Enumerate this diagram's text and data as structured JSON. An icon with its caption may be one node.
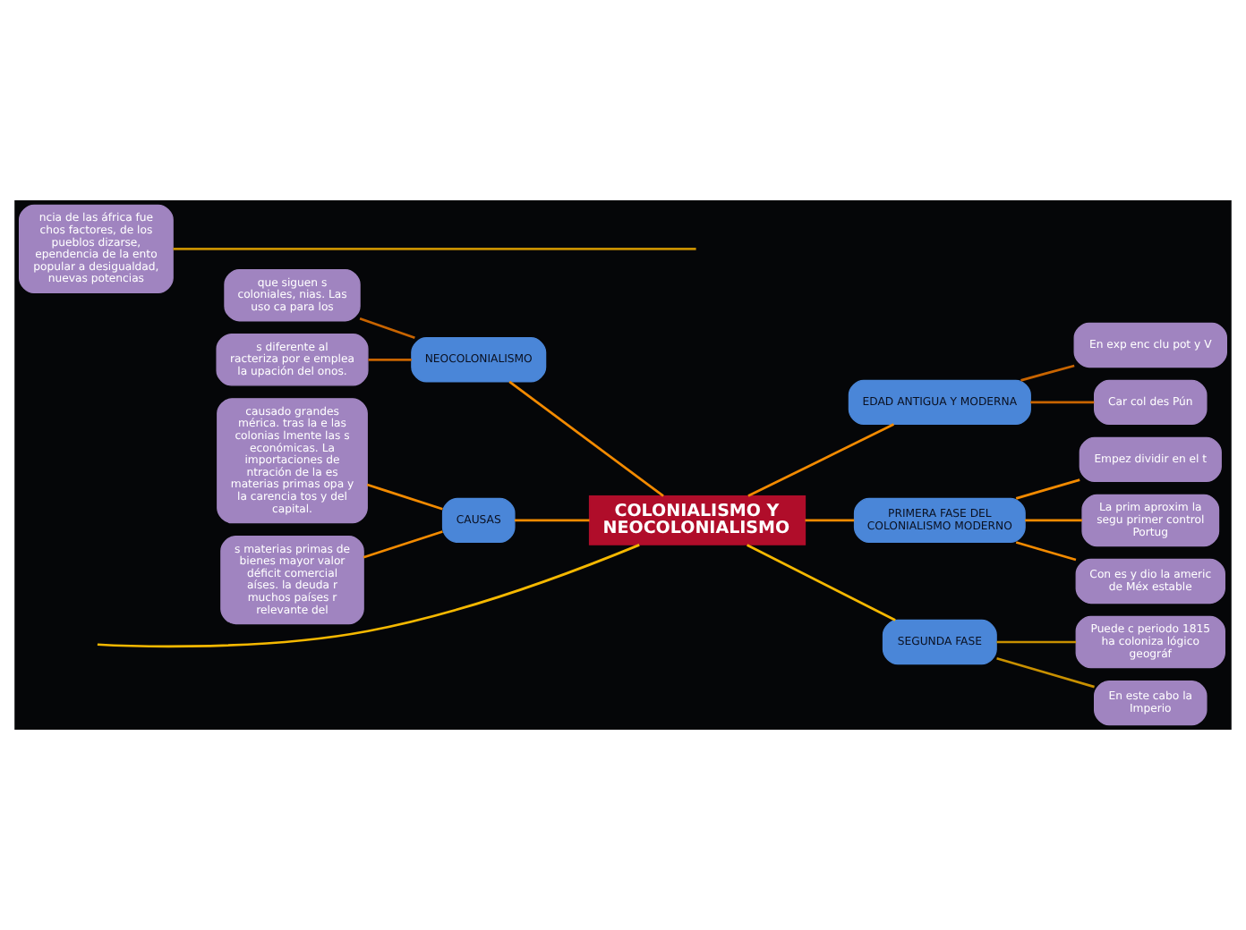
{
  "diagram": {
    "nodes": [
      {
        "text": [
          "COLONIALISMO Y NEOCOLONIALISMO"
        ]
      },
      {
        "text": [
          "NEOCOLONIALISMO"
        ]
      },
      {
        "text": [
          "que siguen s coloniales, nias. Las uso ca para los"
        ]
      },
      {
        "text": [
          "s diferente al racteriza por e emplea la upación del onos."
        ]
      },
      {
        "text": [
          "EDAD ANTIGUA Y MODERNA"
        ]
      },
      {
        "text": [
          "En exp enc clu pot y V"
        ]
      },
      {
        "text": [
          "Car col des Pún"
        ]
      },
      {
        "text": [
          "PRIMERA FASE DEL COLONIALISMO MODERNO"
        ]
      },
      {
        "text": [
          "Empez dividir en el t"
        ]
      },
      {
        "text": [
          "La prim aproxim la segu primer control Portug"
        ]
      },
      {
        "text": [
          "Con es y dio la americ de Méx estable"
        ]
      },
      {
        "text": [
          "CAUSAS"
        ]
      },
      {
        "text": [
          "causado grandes mérica. tras la e las colonias lmente las s económicas. La importaciones de ntración de la es materias primas opa y la carencia tos y del capital."
        ]
      },
      {
        "text": [
          "s materias primas de bienes mayor valor déficit comercial aíses. la deuda r muchos países r relevante del"
        ]
      },
      {
        "text": [
          "SEGUNDA FASE"
        ]
      },
      {
        "text": [
          "Puede c periodo 1815 ha coloniza lógico geográf"
        ]
      },
      {
        "text": [
          "En este cabo la Imperio"
        ]
      },
      {
        "text": [
          "ncia de las áfrica fue chos factores, de los pueblos dizarse, ependencia de la ento popular a desigualdad, nuevas potencias"
        ]
      }
    ],
    "edges": [
      {
        "from": 0,
        "to": 1,
        "arrow": "none"
      },
      {
        "from": 1,
        "to": 2,
        "arrow": "none",
        "color": "#c86400"
      },
      {
        "from": 1,
        "to": 3,
        "arrow": "none",
        "color": "#c86400"
      },
      {
        "from": 0,
        "to": 4,
        "arrow": "none"
      },
      {
        "from": 4,
        "to": 5,
        "arrow": "none",
        "color": "#c86400"
      },
      {
        "from": 4,
        "to": 6,
        "arrow": "none",
        "color": "#c86400"
      },
      {
        "from": 0,
        "to": 7,
        "arrow": "none"
      },
      {
        "from": 7,
        "to": 8,
        "arrow": "none"
      },
      {
        "from": 7,
        "to": 9,
        "arrow": "none"
      },
      {
        "from": 7,
        "to": 10,
        "arrow": "none"
      },
      {
        "from": 0,
        "to": 11,
        "arrow": "none"
      },
      {
        "from": 11,
        "to": 12,
        "arrow": "none"
      },
      {
        "from": 11,
        "to": 13,
        "arrow": "none"
      },
      {
        "from": 0,
        "to": 14,
        "arrow": "none",
        "color": "#f5b800"
      },
      {
        "from": 14,
        "to": 15,
        "arrow": "none",
        "color": "#c89000"
      },
      {
        "from": 14,
        "to": 16,
        "arrow": "none",
        "color": "#c89000"
      },
      {
        "from": 0,
        "to": null,
        "arrow": "none",
        "color": "#f5b800"
      },
      {
        "from": null,
        "to": 17,
        "arrow": "none",
        "color": "#c89000"
      }
    ]
  }
}
